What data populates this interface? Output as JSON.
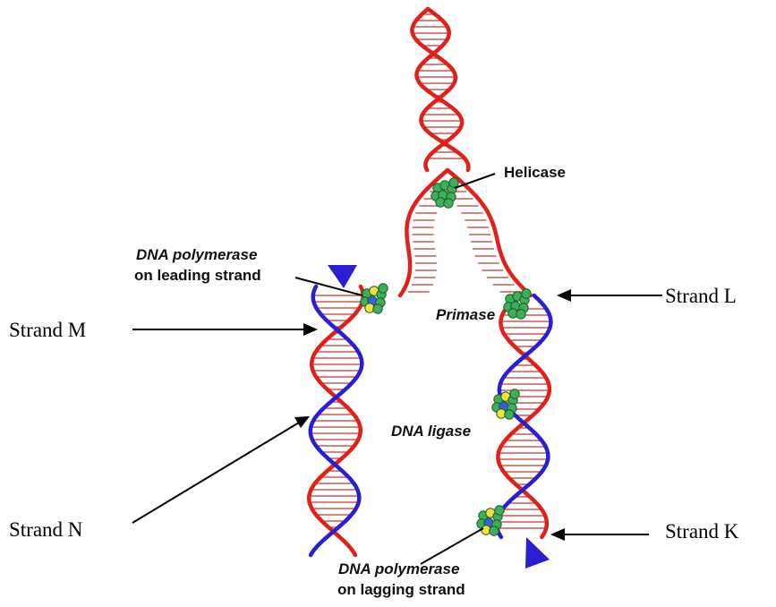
{
  "labels": {
    "helicase": "Helicase",
    "pol_leading_1": "DNA polymerase",
    "pol_leading_2": "on leading strand",
    "primase": "Primase",
    "ligase": "DNA ligase",
    "pol_lagging_1": "DNA polymerase",
    "pol_lagging_2": "on lagging strand",
    "strand_l": "Strand L",
    "strand_m": "Strand M",
    "strand_n": "Strand N",
    "strand_k": "Strand K"
  },
  "colors": {
    "parental_strand": "#e0201a",
    "new_strand": "#2a1fd0",
    "rungs": "#c23a2a",
    "enzyme_green": "#3fae5a",
    "enzyme_yellow": "#f2e23a",
    "enzyme_blue": "#3a5fd8"
  }
}
